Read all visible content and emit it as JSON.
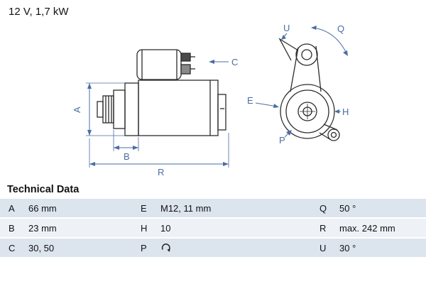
{
  "header": {
    "power_rating": "12 V, 1,7 kW"
  },
  "diagram": {
    "labels": {
      "A": "A",
      "B": "B",
      "C": "C",
      "R": "R",
      "U": "U",
      "Q": "Q",
      "E": "E",
      "H": "H",
      "P": "P"
    }
  },
  "technical_data": {
    "heading": "Technical Data",
    "rows": [
      {
        "c1": {
          "label": "A",
          "value": "66 mm"
        },
        "c2": {
          "label": "E",
          "value": "M12, 11 mm"
        },
        "c3": {
          "label": "Q",
          "value": "50 °"
        }
      },
      {
        "c1": {
          "label": "B",
          "value": "23 mm"
        },
        "c2": {
          "label": "H",
          "value": "10"
        },
        "c3": {
          "label": "R",
          "value": "max. 242 mm"
        }
      },
      {
        "c1": {
          "label": "C",
          "value": "30, 50"
        },
        "c2": {
          "label": "P",
          "value": "",
          "icon": "rotation-direction-icon"
        },
        "c3": {
          "label": "U",
          "value": "30 °"
        }
      }
    ]
  },
  "colors": {
    "dimension_blue": "#4a6da4",
    "row_shade": "#dce4ee",
    "row_light": "#eef2f7",
    "line_dark": "#2b2b2b"
  }
}
